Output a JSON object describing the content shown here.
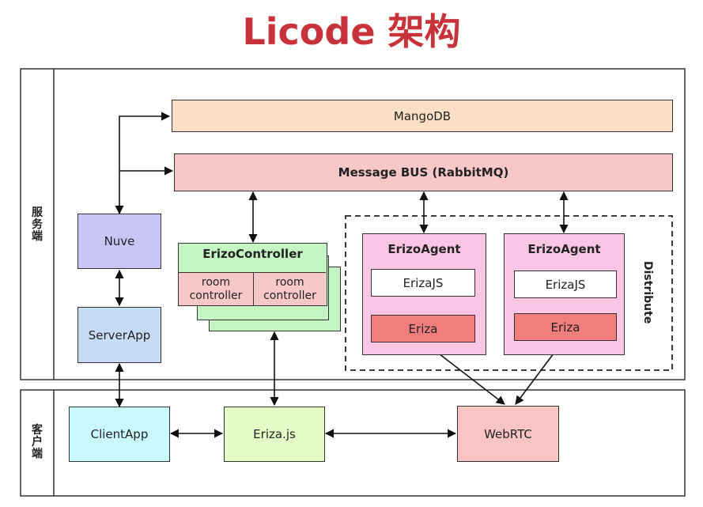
{
  "title": "Licode 架构",
  "sections": {
    "server": "服务端",
    "client": "客户端"
  },
  "nodes": {
    "mangodb": "MangoDB",
    "message_bus": "Message BUS (RabbitMQ)",
    "nuve": "Nuve",
    "server_app": "ServerApp",
    "erizo_controller": "ErizoController",
    "room_controller": "room controller",
    "distribute": "Distribute",
    "erizo_agent": "ErizoAgent",
    "erizo_js": "ErizaJS",
    "eriza": "Eriza",
    "client_app": "ClientApp",
    "eriza_js": "Eriza.js",
    "webrtc": "WebRTC"
  },
  "colors": {
    "title": "#c8323a",
    "mangodb": "#fbe0c6",
    "message_bus": "#f8c8c8",
    "nuve": "#c8c6f5",
    "server_app": "#c6dbf6",
    "erizo_controller": "#c6f5c4",
    "room_controller": "#f8c8c8",
    "erizo_agent": "#fbc6e6",
    "eriza": "#f27d7d",
    "client_app": "#c9f9fd",
    "eriza_js": "#e4fcc6",
    "webrtc": "#f8c4c4"
  }
}
